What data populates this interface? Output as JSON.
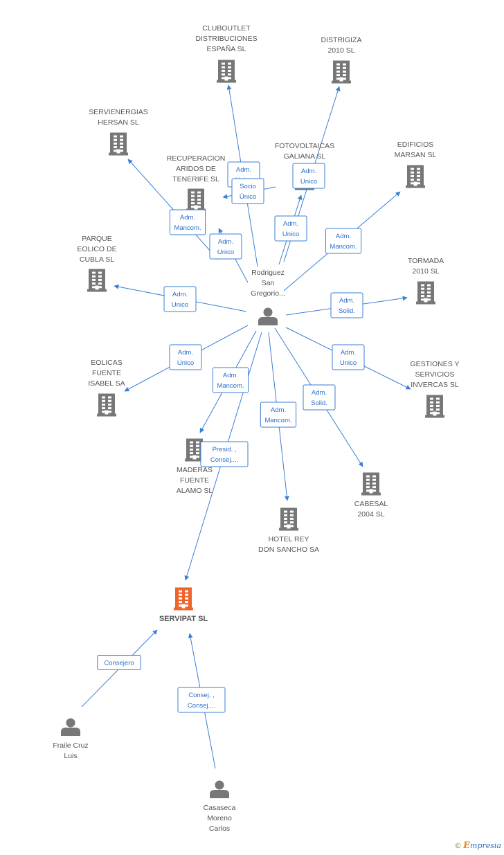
{
  "colors": {
    "edge": "#3a7fd5",
    "building": "#777777",
    "focus_building": "#f0642c",
    "person": "#777777"
  },
  "nodes": [
    {
      "id": "rodriguez",
      "type": "person",
      "lines": [
        "Rodriguez",
        "San",
        "Gregorio..."
      ]
    },
    {
      "id": "servipat",
      "type": "company",
      "focus": true,
      "lines": [
        "SERVIPAT SL"
      ]
    },
    {
      "id": "fraile",
      "type": "person",
      "lines": [
        "Fraile Cruz",
        "Luis"
      ]
    },
    {
      "id": "casaseca",
      "type": "person",
      "lines": [
        "Casaseca",
        "Moreno",
        "Carlos"
      ]
    },
    {
      "id": "clubo",
      "type": "company",
      "lines": [
        "CLUBOUTLET",
        "DISTRIBUCIONES",
        "ESPAÑA SL"
      ]
    },
    {
      "id": "distrigiza",
      "type": "company",
      "lines": [
        "DISTRIGIZA",
        "2010 SL"
      ]
    },
    {
      "id": "servienergias",
      "type": "company",
      "lines": [
        "SERVIENERGIAS",
        "HERSAN SL"
      ]
    },
    {
      "id": "fotovoltaicas",
      "type": "company",
      "lines": [
        "FOTOVOLTAICAS",
        "GALIANA SL"
      ]
    },
    {
      "id": "edificios",
      "type": "company",
      "lines": [
        "EDIFICIOS",
        "MARSAN SL"
      ]
    },
    {
      "id": "recuperacion",
      "type": "company",
      "lines": [
        "RECUPERACION",
        "ARIDOS DE",
        "TENERIFE SL"
      ]
    },
    {
      "id": "parque",
      "type": "company",
      "lines": [
        "PARQUE",
        "EOLICO DE",
        "CUBLA SL"
      ]
    },
    {
      "id": "tormada",
      "type": "company",
      "lines": [
        "TORMADA",
        "2010 SL"
      ]
    },
    {
      "id": "eolicas",
      "type": "company",
      "lines": [
        "EOLICAS",
        "FUENTE",
        "ISABEL SA"
      ]
    },
    {
      "id": "gestiones",
      "type": "company",
      "lines": [
        "GESTIONES Y",
        "SERVICIOS",
        "INVERCAS  SL"
      ]
    },
    {
      "id": "maderas",
      "type": "company",
      "lines": [
        "MADERAS",
        "FUENTE",
        "ALAMO SL"
      ]
    },
    {
      "id": "cabesal",
      "type": "company",
      "lines": [
        "CABESAL",
        "2004 SL"
      ]
    },
    {
      "id": "hotel",
      "type": "company",
      "lines": [
        "HOTEL REY",
        "DON SANCHO SA"
      ]
    }
  ],
  "edges": [
    {
      "from": "rodriguez",
      "to": "clubo",
      "lines": [
        "Adm.",
        "Unico"
      ]
    },
    {
      "from": "rodriguez",
      "to": "recuperacion",
      "lines": [
        "Socio",
        "Único"
      ]
    },
    {
      "from": "rodriguez",
      "to": "fotovoltaicas",
      "lines": [
        "Adm.",
        "Unico"
      ]
    },
    {
      "from": "rodriguez",
      "to": "distrigiza",
      "lines": [
        "Adm.",
        "Unico"
      ]
    },
    {
      "from": "rodriguez",
      "to": "servienergias",
      "lines": [
        "Adm.",
        "Mancom."
      ]
    },
    {
      "from": "rodriguez",
      "to": "recuperacion",
      "lines": [
        "Adm.",
        "Unico"
      ]
    },
    {
      "from": "rodriguez",
      "to": "edificios",
      "lines": [
        "Adm.",
        "Mancom."
      ]
    },
    {
      "from": "rodriguez",
      "to": "parque",
      "lines": [
        "Adm.",
        "Unico"
      ]
    },
    {
      "from": "rodriguez",
      "to": "tormada",
      "lines": [
        "Adm.",
        "Solid."
      ]
    },
    {
      "from": "rodriguez",
      "to": "eolicas",
      "lines": [
        "Adm.",
        "Unico"
      ]
    },
    {
      "from": "rodriguez",
      "to": "gestiones",
      "lines": [
        "Adm.",
        "Unico"
      ]
    },
    {
      "from": "rodriguez",
      "to": "maderas",
      "lines": [
        "Adm.",
        "Mancom."
      ]
    },
    {
      "from": "rodriguez",
      "to": "cabesal",
      "lines": [
        "Adm.",
        "Solid."
      ]
    },
    {
      "from": "rodriguez",
      "to": "hotel",
      "lines": [
        "Adm.",
        "Mancom."
      ]
    },
    {
      "from": "rodriguez",
      "to": "servipat",
      "lines": [
        "Presid. ,",
        "Consej...."
      ]
    },
    {
      "from": "fraile",
      "to": "servipat",
      "lines": [
        "Consejero"
      ]
    },
    {
      "from": "casaseca",
      "to": "servipat",
      "lines": [
        "Consej. ,",
        "Consej...."
      ]
    }
  ],
  "footer": {
    "copyright": "©",
    "brand_initial": "E",
    "brand_rest": "mpresia"
  }
}
